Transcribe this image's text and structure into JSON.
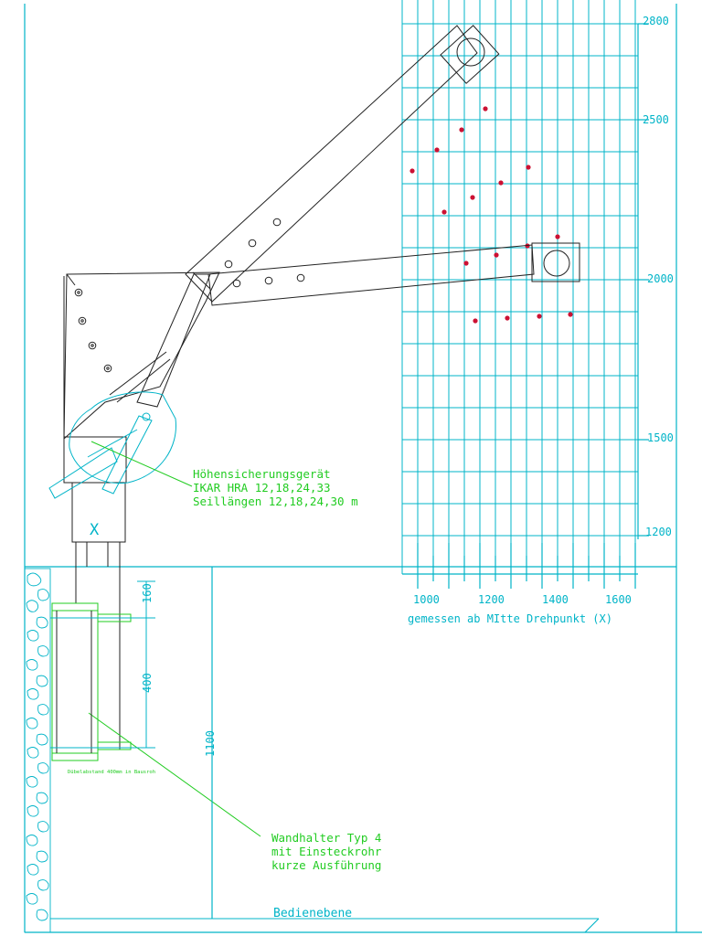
{
  "y_scale": {
    "labels": [
      "2800",
      "2500",
      "2000",
      "1500",
      "1200"
    ]
  },
  "x_scale": {
    "labels": [
      "1000",
      "1200",
      "1400",
      "1600"
    ],
    "caption": "gemessen ab MItte Drehpunkt (X)"
  },
  "annotations": {
    "hra_line1": "Höhensicherungsgerät",
    "hra_line2": "IKAR HRA 12,18,24,33",
    "hra_line3": "Seillängen 12,18,24,30 m",
    "wall_line1": "Wandhalter Typ 4",
    "wall_line2": "mit Einsteckrohr",
    "wall_line3": "kurze Ausführung",
    "drill_note": "Dübelabstand 400mm in Bausroh",
    "pivot_mark": "X",
    "floor_label": "Bedienebene"
  },
  "dimensions": {
    "d160": "160",
    "d400": "400",
    "d1100": "1100"
  },
  "colors": {
    "grid": "#00b4c8",
    "annotation": "#22cc22",
    "outline": "#222222",
    "points": "#cc1133"
  }
}
